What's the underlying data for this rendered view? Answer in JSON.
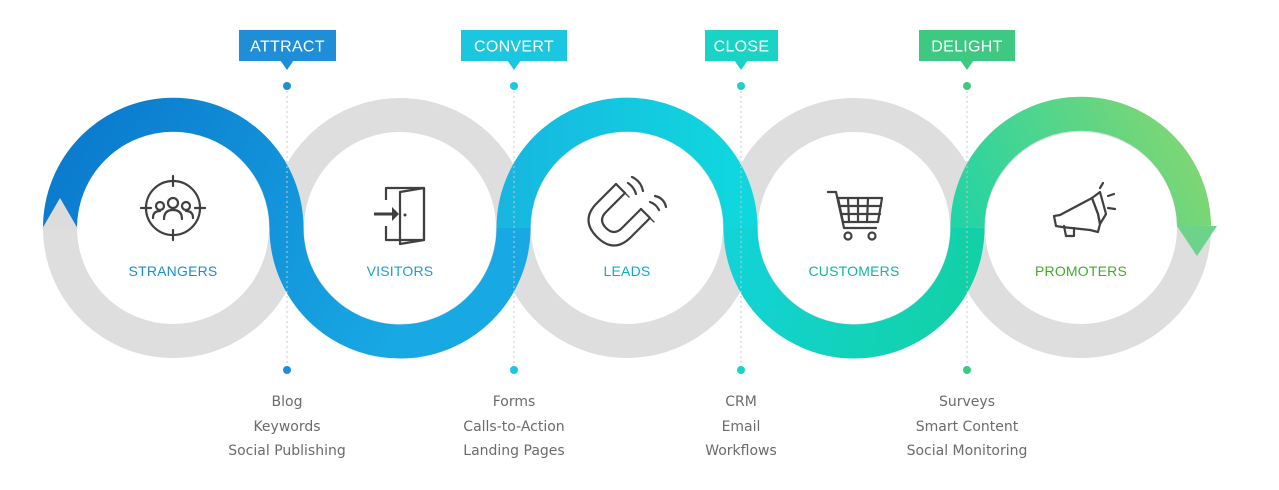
{
  "phases": [
    {
      "tag": "ATTRACT",
      "color": "#1e8fd6",
      "tactics": [
        "Blog",
        "Keywords",
        "Social Publishing"
      ]
    },
    {
      "tag": "CONVERT",
      "color": "#1bc6e0",
      "tactics": [
        "Forms",
        "Calls-to-Action",
        "Landing Pages"
      ]
    },
    {
      "tag": "CLOSE",
      "color": "#19d3c4",
      "tactics": [
        "CRM",
        "Email",
        "Workflows"
      ]
    },
    {
      "tag": "DELIGHT",
      "color": "#3ec982",
      "tactics": [
        "Surveys",
        "Smart Content",
        "Social Monitoring"
      ]
    }
  ],
  "stages": [
    {
      "label": "STRANGERS",
      "icon": "target-group-icon",
      "color": "#1a8fd0"
    },
    {
      "label": "VISITORS",
      "icon": "door-enter-icon",
      "color": "#1a9fd6"
    },
    {
      "label": "LEADS",
      "icon": "magnet-icon",
      "color": "#10a9cf"
    },
    {
      "label": "CUSTOMERS",
      "icon": "shopping-cart-icon",
      "color": "#0fb5a6"
    },
    {
      "label": "PROMOTERS",
      "icon": "megaphone-icon",
      "color": "#3fae2a"
    }
  ],
  "colors": {
    "ring_gray": "#dedede",
    "icon": "#404040",
    "dot_line": "#c8c8c8",
    "blue_dark": "#0a7fd0",
    "blue": "#17a2e2",
    "cyan": "#11d2dc",
    "teal": "#11d3b4",
    "green_light": "#8ad66e"
  }
}
